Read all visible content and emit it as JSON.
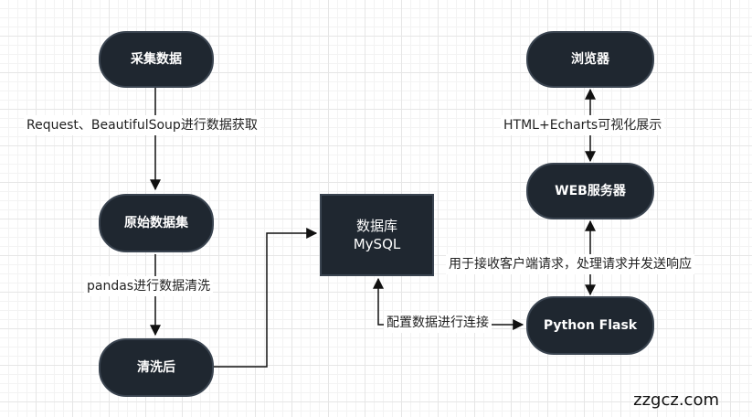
{
  "nodes": {
    "collect": "采集数据",
    "raw": "原始数据集",
    "cleaned": "清洗后",
    "db_line1": "数据库",
    "db_line2": "MySQL",
    "flask": "Python Flask",
    "web": "WEB服务器",
    "browser": "浏览器"
  },
  "edge_labels": {
    "request": "Request、BeautifulSoup进行数据获取",
    "pandas": "pandas进行数据清洗",
    "config": "配置数据进行连接",
    "receive": "用于接收客户端请求，处理请求并发送响应",
    "html": "HTML+Echarts可视化展示"
  },
  "watermark": "zzgcz.com"
}
